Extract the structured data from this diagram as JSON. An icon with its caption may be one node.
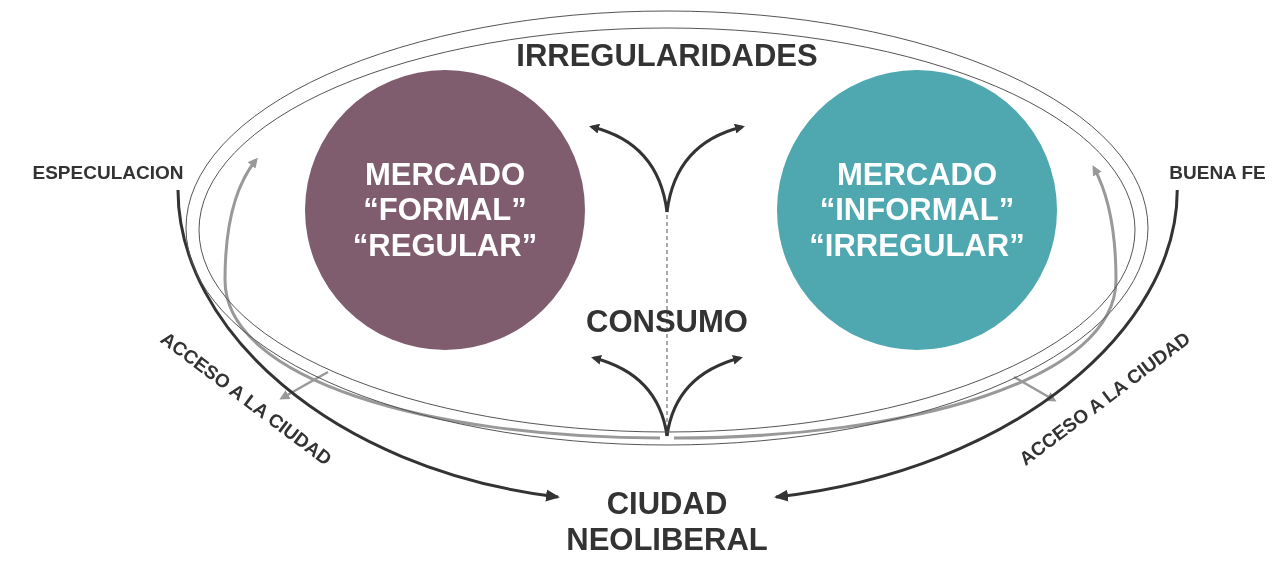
{
  "diagram": {
    "nodes": [
      {
        "text": [
          "IRREGULARIDADES"
        ]
      },
      {
        "text": [
          "MERCADO “FORMAL” “REGULAR”"
        ],
        "in": 0
      },
      {
        "text": [
          "MERCADO “INFORMAL” “IRREGULAR”"
        ],
        "in": 0
      },
      {
        "text": [
          "ESPECULACION"
        ]
      },
      {
        "text": [
          "BUENA FE"
        ]
      },
      {
        "text": [
          "CIUDAD NEOLIBERAL"
        ]
      }
    ],
    "edges": [
      {
        "from": 3,
        "to": 5,
        "arrow": "to",
        "label": "ACCESO A LA CIUDAD"
      },
      {
        "from": 4,
        "to": 5,
        "arrow": "to",
        "label": "ACCESO A LA CIUDAD"
      }
    ],
    "labels": [
      "CONSUMO"
    ]
  }
}
